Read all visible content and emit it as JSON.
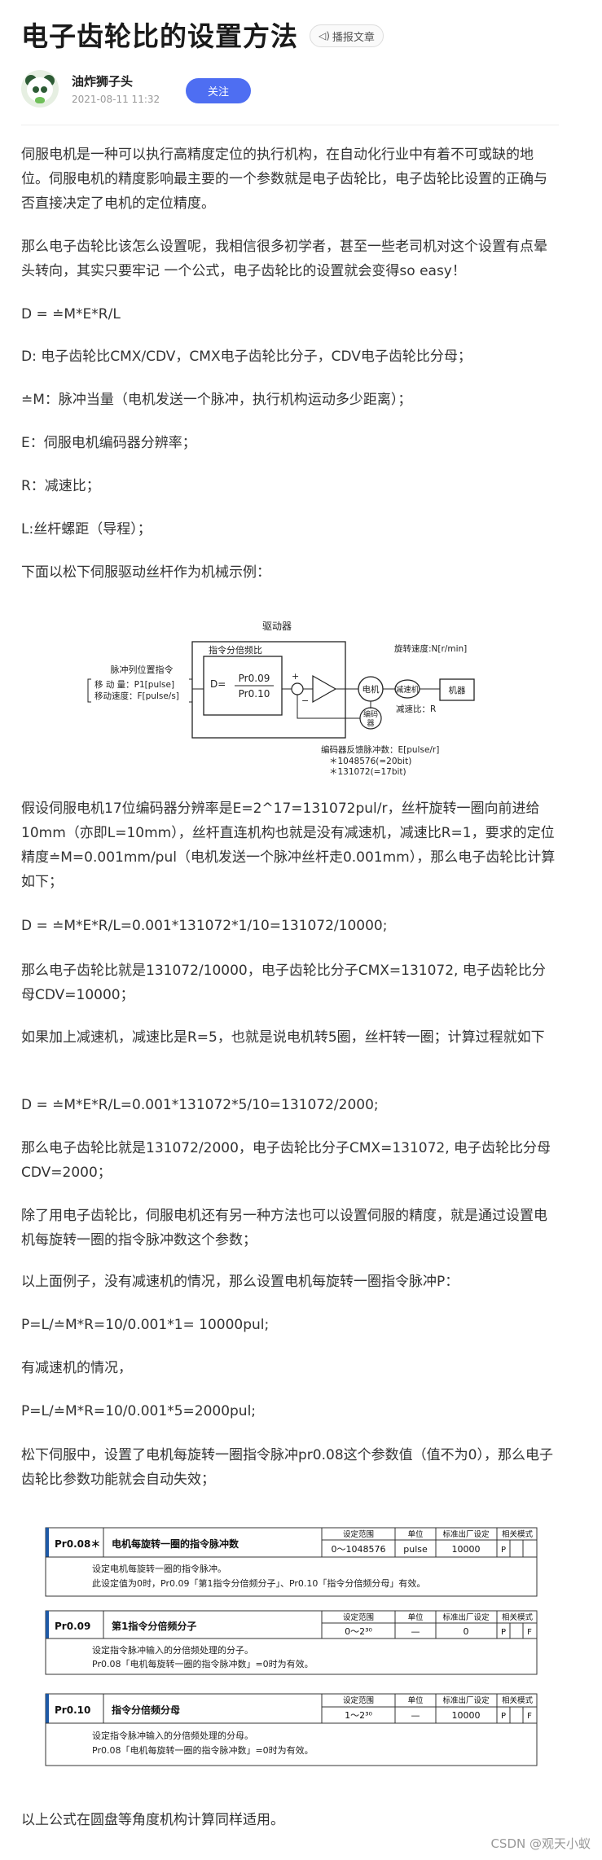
{
  "article": {
    "title": "电子齿轮比的设置方法",
    "report_label": "播报文章",
    "author": {
      "name": "油炸狮子头",
      "date": "2021-08-11 11:32"
    },
    "follow_label": "关注"
  },
  "paragraphs": {
    "p1": "伺服电机是一种可以执行高精度定位的执行机构，在自动化行业中有着不可或缺的地位。伺服电机的精度影响最主要的一个参数就是电子齿轮比，电子齿轮比设置的正确与否直接决定了电机的定位精度。",
    "p2": "那么电子齿轮比该怎么设置呢，我相信很多初学者，甚至一些老司机对这个设置有点晕头转向，其实只要牢记 一个公式，电子齿轮比的设置就会变得so easy！",
    "p3": "D = ≐M*E*R/L",
    "p4": "D: 电子齿轮比CMX/CDV，CMX电子齿轮比分子，CDV电子齿轮比分母；",
    "p5": "≐M：脉冲当量（电机发送一个脉冲，执行机构运动多少距离）；",
    "p6": "E：伺服电机编码器分辨率；",
    "p7": "R：减速比；",
    "p8": "L:丝杆螺距（导程）；",
    "p9": "下面以松下伺服驱动丝杆作为机械示例：",
    "p10": "假设伺服电机17位编码器分辨率是E=2^17=131072pul/r，丝杆旋转一圈向前进给10mm（亦即L=10mm），丝杆直连机构也就是没有减速机，减速比R=1，要求的定位精度≐M=0.001mm/pul（电机发送一个脉冲丝杆走0.001mm），那么电子齿轮比计算如下；",
    "p11": "D = ≐M*E*R/L=0.001*131072*1/10=131072/10000;",
    "p12": "那么电子齿轮比就是131072/10000，电子齿轮比分子CMX=131072, 电子齿轮比分母CDV=10000；",
    "p13": "如果加上减速机，减速比是R=5，也就是说电机转5圈，丝杆转一圈；计算过程就如下",
    "p14": "D = ≐M*E*R/L=0.001*131072*5/10=131072/2000;",
    "p15": "那么电子齿轮比就是131072/2000，电子齿轮比分子CMX=131072, 电子齿轮比分母CDV=2000；",
    "p16": "除了用电子齿轮比，伺服电机还有另一种方法也可以设置伺服的精度，就是通过设置电机每旋转一圈的指令脉冲数这个参数；",
    "p17": "以上面例子，没有减速机的情况，那么设置电机每旋转一圈指令脉冲P：",
    "p18": "P=L/≐M*R=10/0.001*1= 10000pul;",
    "p19": "有减速机的情况，",
    "p20": "P=L/≐M*R=10/0.001*5=2000pul;",
    "p21": "松下伺服中，设置了电机每旋转一圈指令脉冲pr0.08这个参数值（值不为0），那么电子齿轮比参数功能就会自动失效；",
    "p22": "以上公式在圆盘等角度机构计算同样适用。"
  },
  "diagram": {
    "driver": "驱动器",
    "cmd_divider": "指令分倍频比",
    "d_eq": "D=",
    "num": "Pr0.09",
    "den": "Pr0.10",
    "plus": "+",
    "minus": "−",
    "pulse_cmd": "脉冲列位置指令",
    "move_amount": "移 动 量：P1[pulse]",
    "move_speed": "移动速度：F[pulse/s]",
    "speed": "旋转速度:N[r/min]",
    "motor": "电机",
    "reducer": "减速机",
    "machine": "机器",
    "ratio": "减速比：R",
    "encoder1": "编码",
    "encoder2": "器",
    "enc_fb": "编码器反馈脉冲数：E[pulse/r]",
    "enc_20": "＊1048576(=20bit)",
    "enc_17": "＊131072(=17bit)"
  },
  "param_table": {
    "headers": {
      "range": "设定范围",
      "unit": "单位",
      "default": "标准出厂设定",
      "mode": "相关模式"
    },
    "rows": [
      {
        "code": "Pr0.08＊",
        "name": "电机每旋转一圈的指令脉冲数",
        "range": "0～1048576",
        "unit": "pulse",
        "default": "10000",
        "mode1": "P",
        "mode2": "",
        "mode3": "",
        "desc1": "设定电机每旋转一圈的指令脉冲。",
        "desc2": "此设定值为0时，Pr0.09「第1指令分倍频分子」、Pr0.10「指令分倍频分母」有效。"
      },
      {
        "code": "Pr0.09",
        "name": "第1指令分倍频分子",
        "range": "0～2³⁰",
        "unit": "—",
        "default": "0",
        "mode1": "P",
        "mode2": "",
        "mode3": "F",
        "desc1": "设定指令脉冲输入的分倍频处理的分子。",
        "desc2": "Pr0.08「电机每旋转一圈的指令脉冲数」=0时为有效。"
      },
      {
        "code": "Pr0.10",
        "name": "指令分倍频分母",
        "range": "1～2³⁰",
        "unit": "—",
        "default": "10000",
        "mode1": "P",
        "mode2": "",
        "mode3": "F",
        "desc1": "设定指令脉冲输入的分倍频处理的分母。",
        "desc2": "Pr0.08「电机每旋转一圈的指令脉冲数」=0时为有效。"
      }
    ]
  },
  "footer": "CSDN @观天小蚁"
}
